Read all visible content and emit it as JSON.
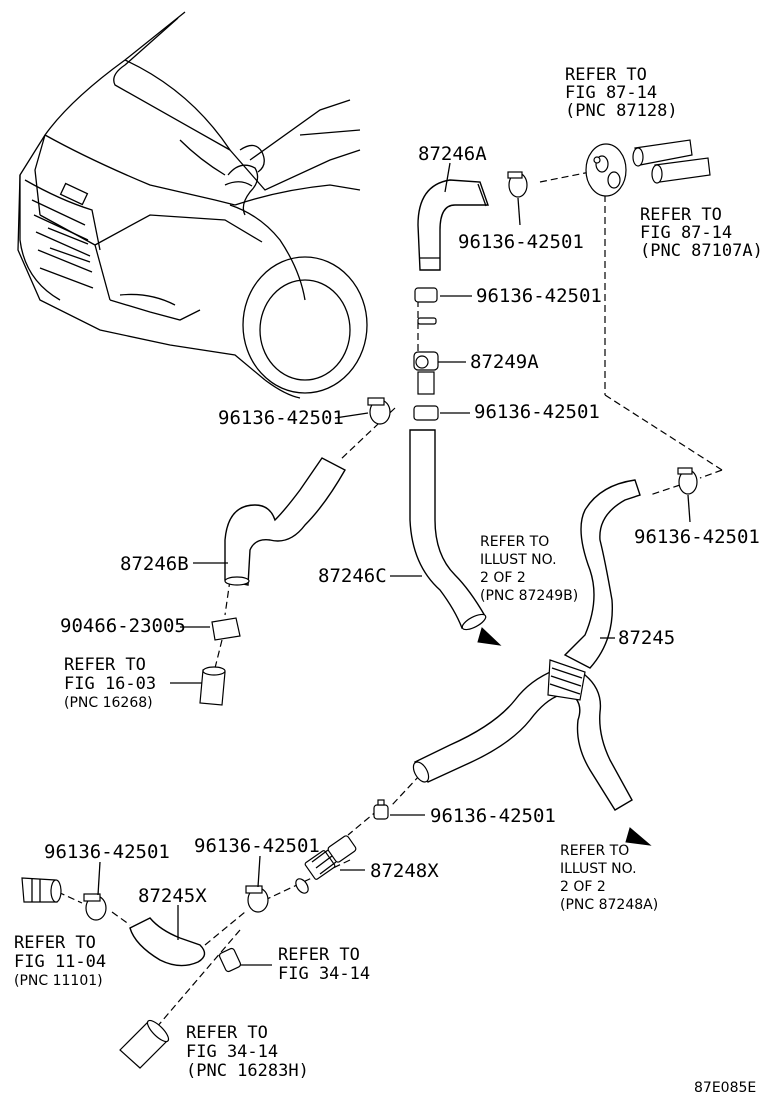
{
  "diagram_code": "87E085E",
  "labels": {
    "ref_87128": [
      "REFER TO",
      "FIG 87-14",
      "(PNC 87128)"
    ],
    "ref_87107a": [
      "REFER TO",
      "FIG 87-14",
      "(PNC 87107A)"
    ],
    "p_87246a": "87246A",
    "p_96136_1": "96136-42501",
    "p_96136_2": "96136-42501",
    "p_87249a": "87249A",
    "p_96136_3": "96136-42501",
    "p_96136_4": "96136-42501",
    "p_96136_5": "96136-42501",
    "p_87246b": "87246B",
    "p_87246c": "87246C",
    "ref_87249b": [
      "REFER TO",
      "ILLUST NO.",
      "2 OF 2",
      "(PNC 87249B)"
    ],
    "p_90466": "90466-23005",
    "ref_16268": [
      "REFER TO",
      "FIG 16-03",
      "(PNC 16268)"
    ],
    "p_87245": "87245",
    "p_96136_6": "96136-42501",
    "ref_87248a": [
      "REFER TO",
      "ILLUST NO.",
      "2 OF 2",
      "(PNC 87248A)"
    ],
    "p_96136_7": "96136-42501",
    "p_96136_8": "96136-42501",
    "p_87245x": "87245X",
    "p_87248x": "87248X",
    "ref_11101": [
      "REFER TO",
      "FIG 11-04",
      "(PNC 11101)"
    ],
    "ref_fig3414": [
      "REFER TO",
      "FIG 34-14"
    ],
    "ref_16283h": [
      "REFER TO",
      "FIG 34-14",
      "(PNC 16283H)"
    ]
  }
}
